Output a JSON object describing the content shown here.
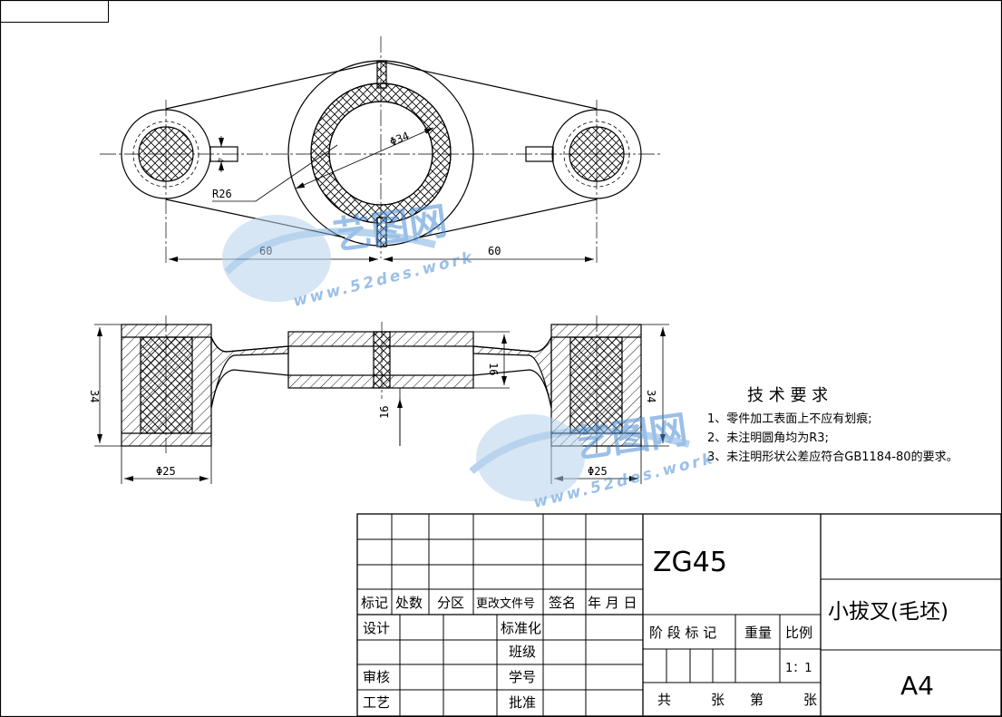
{
  "dimensions": {
    "top_left_60": "60",
    "top_right_60": "60",
    "bore_diameter": "Φ34",
    "arc_radius": "R26",
    "slot_width": "4",
    "left_height": "34",
    "right_height": "34",
    "center_height": "16",
    "lower_16": "16",
    "left_diameter": "Φ25",
    "right_diameter": "Φ25"
  },
  "watermark": {
    "brand": "艺图网",
    "url": "www.52des.work"
  },
  "tech_requirements": {
    "title": "技 术 要 求",
    "items": [
      "1、零件加工表面上不应有划痕;",
      "2、未注明圆角均为R3;",
      "3、未注明形状公差应符合GB1184-80的要求。"
    ]
  },
  "title_block": {
    "material": "ZG45",
    "part_name": "小拔叉(毛坯)",
    "sheet_size": "A4",
    "headers": {
      "mark": "标记",
      "count": "处数",
      "zone": "分区",
      "change_doc": "更改文件号",
      "sign": "签名",
      "date": "年 月 日"
    },
    "rows": {
      "design": "设计",
      "standardize": "标准化",
      "class": "班级",
      "review": "审核",
      "student_id": "学号",
      "process": "工艺",
      "approve": "批准"
    },
    "stage_mark": "阶 段 标 记",
    "weight": "重量",
    "scale_label": "比例",
    "scale_value": "1：1",
    "total": "共",
    "sheets": "张",
    "page": "第",
    "sheets2": "张"
  }
}
